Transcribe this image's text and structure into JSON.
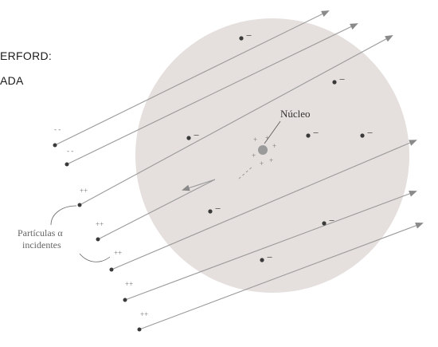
{
  "title": {
    "line1": "ERFORD:",
    "line2": "ADA"
  },
  "labels": {
    "nucleus": "Núcleo",
    "incident_line1": "Partículas α",
    "incident_line2": "incidentes"
  },
  "charges": {
    "electron": "−",
    "alpha": "++",
    "alpha_partial": "- -"
  },
  "colors": {
    "atom_fill": "#e5dfdd",
    "trajectory": "#9a9a9a",
    "dot": "#3a3a3a",
    "nucleus": "#999999",
    "text": "#1a1a1a"
  }
}
